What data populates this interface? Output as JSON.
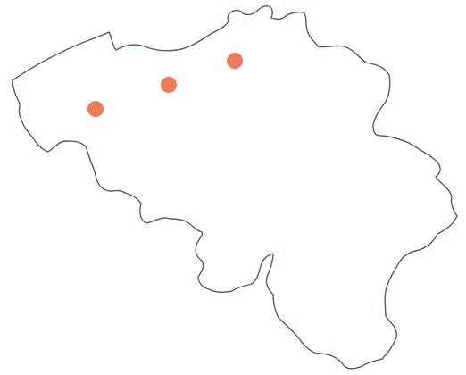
{
  "map": {
    "country": "Belgium",
    "marker_color": "#ef7a57",
    "border_color": "#4f5f5c",
    "background": "#ffffff",
    "markers": [
      {
        "name": "marker-west"
      },
      {
        "name": "marker-center"
      },
      {
        "name": "marker-east"
      }
    ]
  }
}
